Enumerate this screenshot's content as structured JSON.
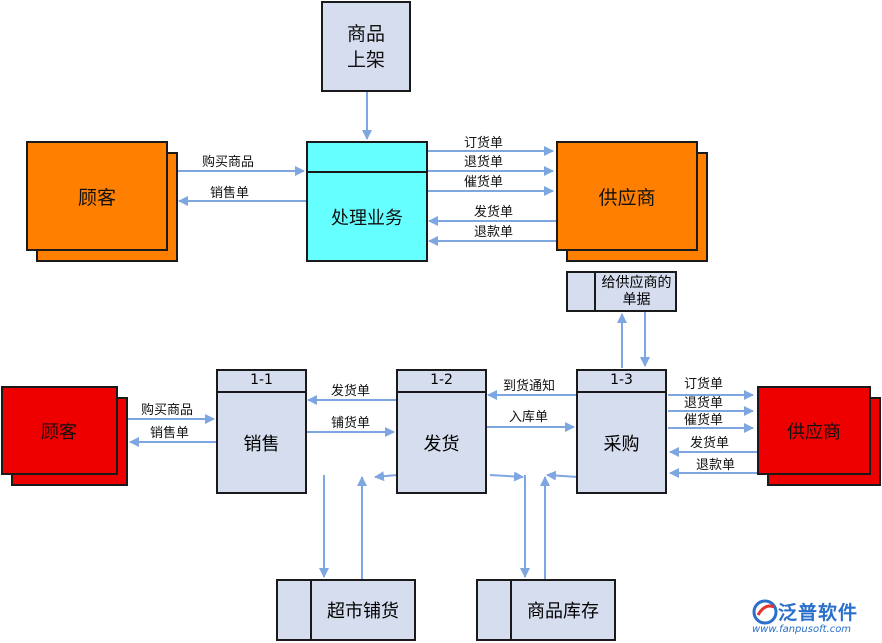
{
  "top": {
    "listing": "商品\n上架",
    "customer": "顾客",
    "process": "处理业务",
    "supplier": "供应商",
    "customer_in": "购买商品",
    "customer_out": "销售单",
    "sup_order": "订货单",
    "sup_return": "退货单",
    "sup_urge": "催货单",
    "sup_ship": "发货单",
    "sup_refund": "退款单",
    "supplier_doc": "给供应商的\n单据"
  },
  "bottom": {
    "customer": "顾客",
    "customer_in": "购买商品",
    "customer_out": "销售单",
    "p1_id": "1-1",
    "p1": "销售",
    "p2_id": "1-2",
    "p2": "发货",
    "p3_id": "1-3",
    "p3": "采购",
    "p2_to_p1": "发货单",
    "p1_to_p2": "铺货单",
    "p3_to_p2": "到货通知",
    "p2_to_p3": "入库单",
    "supplier": "供应商",
    "sup_order": "订货单",
    "sup_return": "退货单",
    "sup_urge": "催货单",
    "sup_ship": "发货单",
    "sup_refund": "退款单",
    "store_market": "超市铺货",
    "store_inventory": "商品库存"
  },
  "brand": {
    "name": "泛普软件",
    "url": "www.fanpusoft.com"
  },
  "colors": {
    "orange": "#ff8000",
    "red": "#ee0000",
    "cyan": "#66ffff",
    "blue_fill": "#d6ddee",
    "arrow": "#7ea6e0"
  }
}
